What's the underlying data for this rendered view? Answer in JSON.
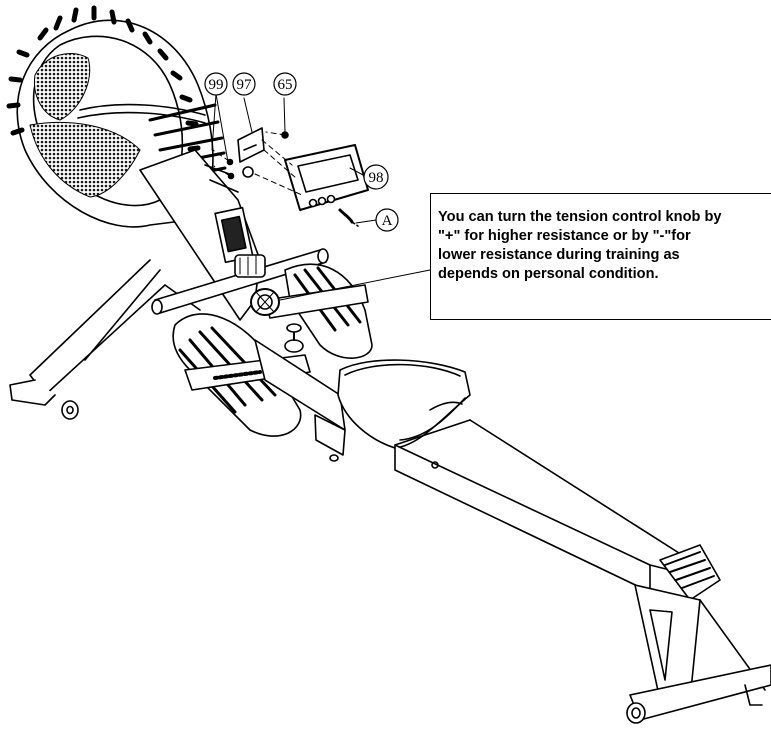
{
  "part_labels": {
    "p99": "99",
    "p97": "97",
    "p65": "65",
    "p98": "98",
    "pA": "A"
  },
  "callout": {
    "lines": [
      "You can turn the tension control knob by",
      "\"+\" for higher resistance or by \"-\"for",
      "lower resistance during training as",
      "depends on personal condition."
    ]
  },
  "colors": {
    "line": "#000000",
    "mesh": "#1a1a1a",
    "background": "#ffffff"
  }
}
